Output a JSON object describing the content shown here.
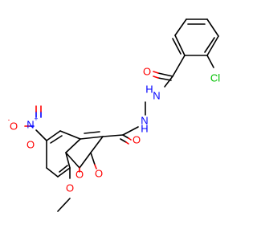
{
  "atoms": {
    "o_benzoyl": "O",
    "nh_upper": "H",
    "n_upper": "N",
    "n_lower": "N",
    "nh_lower": "H",
    "cl": "Cl",
    "o_amide": "O",
    "n_nitro": "N",
    "n_nitro_charge": "+",
    "o_nitro_left": "O",
    "o_nitro_left_charge": "-",
    "o_nitro_down": "O",
    "o_ring": "O",
    "o_lactone": "O",
    "o_methoxy": "O"
  },
  "colors": {
    "bond": "#000000",
    "oxygen": "#ff0000",
    "nitrogen": "#0000ff",
    "chlorine": "#00c000",
    "background": "#ffffff"
  }
}
